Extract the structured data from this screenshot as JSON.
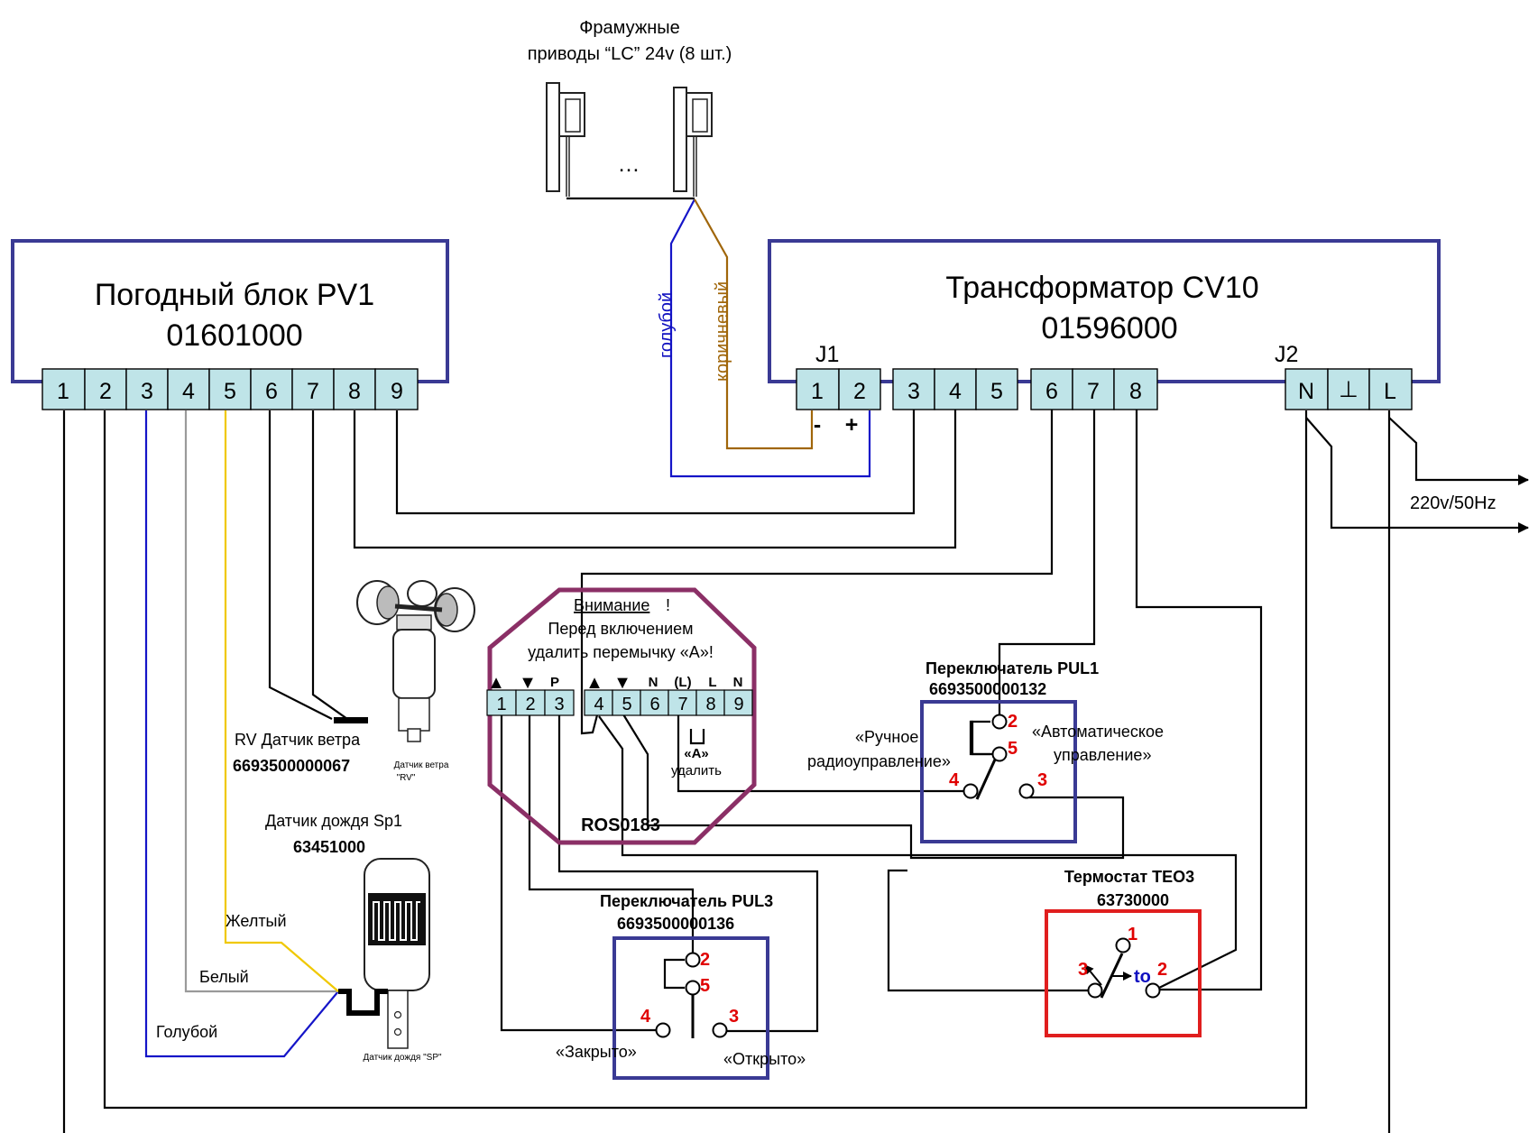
{
  "actuators": {
    "title_line1": "Фрамужные",
    "title_line2": "приводы “LC” 24v (8 шт.)",
    "ellipsis": "…"
  },
  "pv1": {
    "title": "Погодный блок PV1",
    "code": "01601000",
    "terminals": [
      "1",
      "2",
      "3",
      "4",
      "5",
      "6",
      "7",
      "8",
      "9"
    ]
  },
  "cv10": {
    "title": "Трансформатор CV10",
    "code": "01596000",
    "j1_label": "J1",
    "j1_terminals": [
      "1",
      "2"
    ],
    "minus": "-",
    "plus": "+",
    "terminals_a": [
      "3",
      "4",
      "5"
    ],
    "terminals_b": [
      "6",
      "7",
      "8"
    ],
    "j2_label": "J2",
    "j2_terminals": [
      "N",
      "⊥",
      "L"
    ]
  },
  "wires": {
    "blue_label": "голубой",
    "brown_label": "коричневый",
    "mains_label": "220v/50Hz",
    "yellow_label": "Желтый",
    "white_label": "Белый",
    "lightblue_label": "Голубой"
  },
  "wind_sensor": {
    "label": "RV Датчик ветра",
    "code": "6693500000067",
    "caption_line1": "Датчик ветра",
    "caption_line2": "\"RV\""
  },
  "rain_sensor": {
    "label": "Датчик дождя Sp1",
    "code": "63451000",
    "caption": "Датчик дождя \"SP\""
  },
  "ros": {
    "warning_title": "Внимание",
    "warning_excl": "!",
    "warning_line2": "Перед включением",
    "warning_line3": "удалить перемычку «А»!",
    "name": "ROS0183",
    "symbols_a": [
      "▲",
      "▼",
      "P"
    ],
    "symbols_b": [
      "▲",
      "▼",
      "N",
      "(L)",
      "L",
      "N"
    ],
    "terminals_a": [
      "1",
      "2",
      "3"
    ],
    "terminals_b": [
      "4",
      "5",
      "6",
      "7",
      "8",
      "9"
    ],
    "jumper_label": "«А»",
    "jumper_remove": "удалить"
  },
  "pul1": {
    "title": "Переключатель PUL1",
    "code": "6693500000132",
    "manual_line1": "«Ручное",
    "manual_line2": "радиоуправление»",
    "auto_line1": "«Автоматическое",
    "auto_line2": "управление»",
    "pins": [
      "2",
      "5",
      "4",
      "3"
    ]
  },
  "pul3": {
    "title": "Переключатель PUL3",
    "code": "6693500000136",
    "closed_label": "«Закрыто»",
    "open_label": "«Открыто»",
    "pins": [
      "2",
      "5",
      "4",
      "3"
    ]
  },
  "teo3": {
    "title": "Термостат TEO3",
    "code": "63730000",
    "temp_symbol": "to",
    "pins": [
      "1",
      "3",
      "2"
    ]
  },
  "colors": {
    "box_border": "#3a3a94",
    "terminal_fill": "#bfe4e8",
    "wire_blue": "#1515c8",
    "wire_brown": "#a0660a",
    "wire_yellow": "#f0c800",
    "wire_white": "#9a9a9a",
    "ros_border": "#8b2f66",
    "teo3_border": "#e01e1e",
    "pin_red": "#e00000"
  }
}
